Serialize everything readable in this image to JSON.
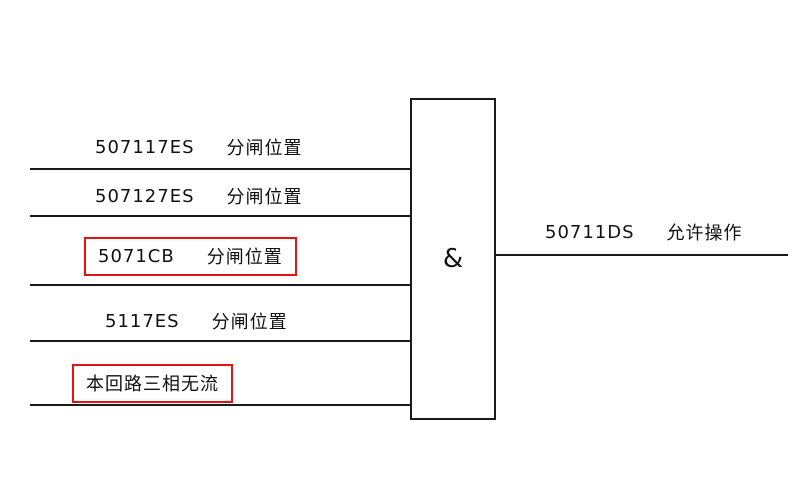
{
  "diagram": {
    "gate_symbol": "&",
    "inputs": [
      {
        "id": "507117ES",
        "desc": "分闸位置",
        "highlighted": false
      },
      {
        "id": "507127ES",
        "desc": "分闸位置",
        "highlighted": false
      },
      {
        "id": "5071CB",
        "desc": "分闸位置",
        "highlighted": true
      },
      {
        "id": "5117ES",
        "desc": "分闸位置",
        "highlighted": false
      },
      {
        "id": "本回路三相无流",
        "desc": "",
        "highlighted": true
      }
    ],
    "output": {
      "id": "50711DS",
      "desc": "允许操作"
    },
    "colors": {
      "highlight": "#e81010",
      "line": "#1a1a1a"
    }
  }
}
